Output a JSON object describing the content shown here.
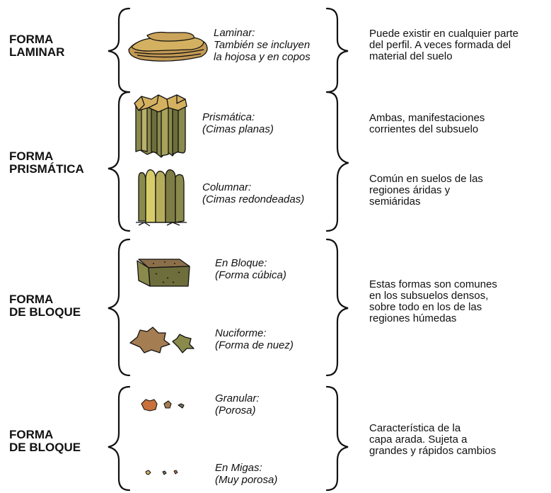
{
  "groups": [
    {
      "title": "FORMA\nLAMINAR",
      "description": "Puede existir en cualquier parte\ndel perfil. A veces formada del\nmaterial del suelo",
      "types": [
        {
          "label": "Laminar:\nTambién se incluyen\nla hojosa y en copos",
          "icon": "laminar-soil-icon"
        }
      ]
    },
    {
      "title": "FORMA\nPRISMÁTICA",
      "types": [
        {
          "label": "Prismática:\n(Cimas planas)",
          "icon": "prismatic-soil-icon",
          "description": "Ambas, manifestaciones\ncorrientes del subsuelo"
        },
        {
          "label": "Columnar:\n(Cimas redondeadas)",
          "icon": "columnar-soil-icon",
          "description": "Común en suelos de las\nregiones áridas y\nsemiáridas"
        }
      ]
    },
    {
      "title": "FORMA\nDE BLOQUE",
      "description": "Estas formas son comunes\nen los subsuelos densos,\nsobre todo en los de las\nregiones húmedas",
      "types": [
        {
          "label": "En Bloque:\n(Forma cúbica)",
          "icon": "block-soil-icon"
        },
        {
          "label": "Nuciforme:\n(Forma de nuez)",
          "icon": "nut-soil-icon"
        }
      ]
    },
    {
      "title": "FORMA\nDE BLOQUE",
      "description": "Característica de la\ncapa arada. Sujeta a\ngrandes y rápidos cambios",
      "types": [
        {
          "label": "Granular:\n(Porosa)",
          "icon": "granular-soil-icon"
        },
        {
          "label": "En Migas:\n(Muy porosa)",
          "icon": "crumb-soil-icon"
        }
      ]
    }
  ],
  "colors": {
    "outline": "#111111",
    "ochre": "#d4b160",
    "tan": "#c39a55",
    "olive": "#8a8a4c",
    "olive_dark": "#6e6e3c",
    "yellow": "#d8cc6a",
    "brown": "#a57d52",
    "rust": "#c9713a",
    "gray_brown": "#7d725a"
  }
}
